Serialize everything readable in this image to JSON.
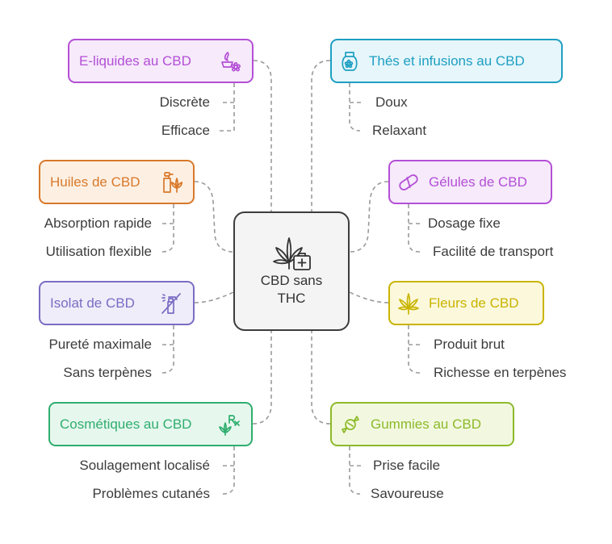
{
  "center": {
    "label": "CBD sans\nTHC",
    "icon": "cannabis-leaf-medkit-icon"
  },
  "topics": [
    {
      "id": "eliquides",
      "label": "E-liquides au CBD",
      "icon": "flame-flower-icon",
      "color": "#b44fd6",
      "bg": "#f6eafb",
      "items": [
        "Discrète",
        "Efficace"
      ]
    },
    {
      "id": "thes",
      "label": "Thés et infusions au CBD",
      "icon": "teapot-flower-icon",
      "color": "#1e9fc2",
      "bg": "#e6f6fb",
      "items": [
        "Doux",
        "Relaxant"
      ]
    },
    {
      "id": "huiles",
      "label": "Huiles de CBD",
      "icon": "oil-bottle-leaf-icon",
      "color": "#d8782a",
      "bg": "#fdf0e3",
      "items": [
        "Absorption rapide",
        "Utilisation flexible"
      ]
    },
    {
      "id": "gelules",
      "label": "Gélules de CBD",
      "icon": "capsule-icon",
      "color": "#b44fd6",
      "bg": "#f6eafb",
      "items": [
        "Dosage fixe",
        "Facilité de transport"
      ]
    },
    {
      "id": "isolat",
      "label": "Isolat de CBD",
      "icon": "no-spray-bottle-icon",
      "color": "#7b6cc4",
      "bg": "#efedf9",
      "items": [
        "Pureté maximale",
        "Sans terpènes"
      ]
    },
    {
      "id": "fleurs",
      "label": "Fleurs de CBD",
      "icon": "cannabis-leaf-icon",
      "color": "#c9b400",
      "bg": "#fbf8dc",
      "items": [
        "Produit brut",
        "Richesse en terpènes"
      ]
    },
    {
      "id": "cosmetiques",
      "label": "Cosmétiques au CBD",
      "icon": "rx-leaf-icon",
      "color": "#2fae6e",
      "bg": "#e6f7ee",
      "items": [
        "Soulagement localisé",
        "Problèmes cutanés"
      ]
    },
    {
      "id": "gummies",
      "label": "Gummies au CBD",
      "icon": "candy-icon",
      "color": "#8dba2a",
      "bg": "#f2f8e0",
      "items": [
        "Prise facile",
        "Savoureuse"
      ]
    }
  ]
}
